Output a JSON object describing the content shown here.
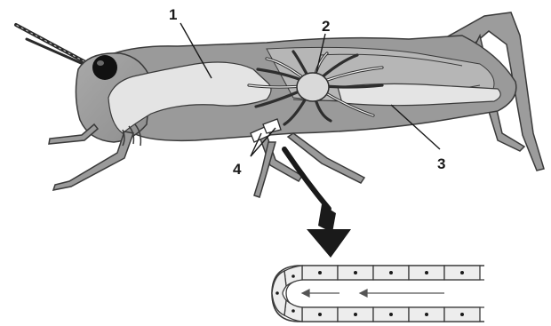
{
  "diagram": {
    "labels": [
      {
        "id": "label-1",
        "text": "1"
      },
      {
        "id": "label-2",
        "text": "2"
      },
      {
        "id": "label-3",
        "text": "3"
      },
      {
        "id": "label-4",
        "text": "4"
      }
    ]
  }
}
